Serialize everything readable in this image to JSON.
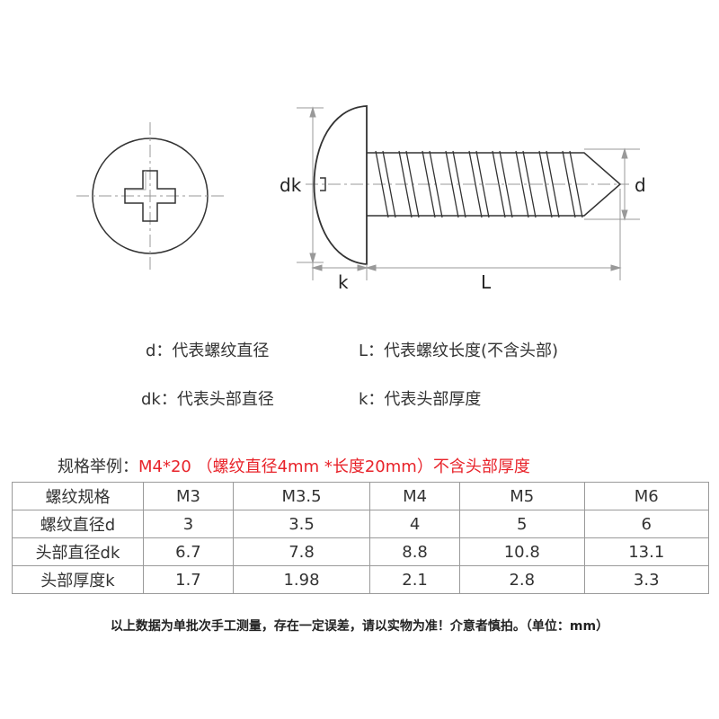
{
  "dimensions": {
    "dk": "dk",
    "d": "d",
    "k": "k",
    "L": "L"
  },
  "legend": {
    "d": "d：代表螺纹直径",
    "L": "L：代表螺纹长度(不含头部)",
    "dk": "dk：代表头部直径",
    "k": "k：代表头部厚度"
  },
  "example": {
    "label": "规格举例：",
    "value": "M4*20 （螺纹直径4mm *长度20mm）不含头部厚度"
  },
  "table": {
    "header": [
      "螺纹规格",
      "M3",
      "M3.5",
      "M4",
      "M5",
      "M6"
    ],
    "rows": [
      [
        "螺纹直径d",
        "3",
        "3.5",
        "4",
        "5",
        "6"
      ],
      [
        "头部直径dk",
        "6.7",
        "7.8",
        "8.8",
        "10.8",
        "13.1"
      ],
      [
        "头部厚度k",
        "1.7",
        "1.98",
        "2.1",
        "2.8",
        "3.3"
      ]
    ]
  },
  "note": "以上数据为单批次手工测量，存在一定误差，请以实物为准！介意者慎拍。（单位：mm）",
  "colors": {
    "accent_red": "#e8232a",
    "line": "#333333",
    "dimension": "#999999"
  }
}
